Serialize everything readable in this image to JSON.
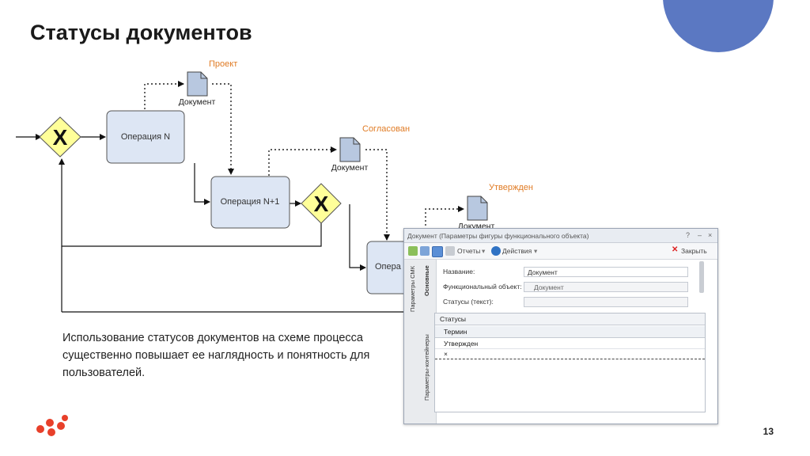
{
  "slide": {
    "title": "Статусы документов",
    "page_number": "13",
    "caption": "Использование статусов документов на схеме процесса существенно повышает ее наглядность и понятность для пользователей.",
    "accent_circle_color": "#5b78c2"
  },
  "diagram": {
    "operations": [
      {
        "label": "Операция N"
      },
      {
        "label": "Операция N+1"
      },
      {
        "label": "Опера"
      }
    ],
    "gateway_symbol": "X",
    "documents": [
      {
        "label": "Документ",
        "status": "Проект"
      },
      {
        "label": "Документ",
        "status": "Согласован"
      },
      {
        "label": "Документ",
        "status": "Утвержден"
      }
    ],
    "colors": {
      "operation_fill": "#dde6f4",
      "gateway_fill": "#ffff99",
      "document_fill": "#b8c8e0",
      "status_text": "#e07b24"
    }
  },
  "dialog": {
    "title": "Документ (Параметры фигуры функционального объекта)",
    "controls": [
      "?",
      "–",
      "×"
    ],
    "toolbar": {
      "reports_label": "Отчеты",
      "actions_label": "Действия",
      "close_label": "Закрыть"
    },
    "vertical_tabs": {
      "outer_top": "Параметры СМК",
      "inner_top": "Основные",
      "inner_bottom": "Параметры-контейнеры"
    },
    "fields": [
      {
        "label": "Название:",
        "value": "Документ"
      },
      {
        "label": "Функциональный объект:",
        "value": "Документ"
      },
      {
        "label": "Статусы (текст):",
        "value": ""
      }
    ],
    "statuses_section": "Статусы",
    "grid": {
      "column_header": "Термин",
      "rows": [
        "Утвержден"
      ],
      "new_row_marker": "×"
    }
  }
}
